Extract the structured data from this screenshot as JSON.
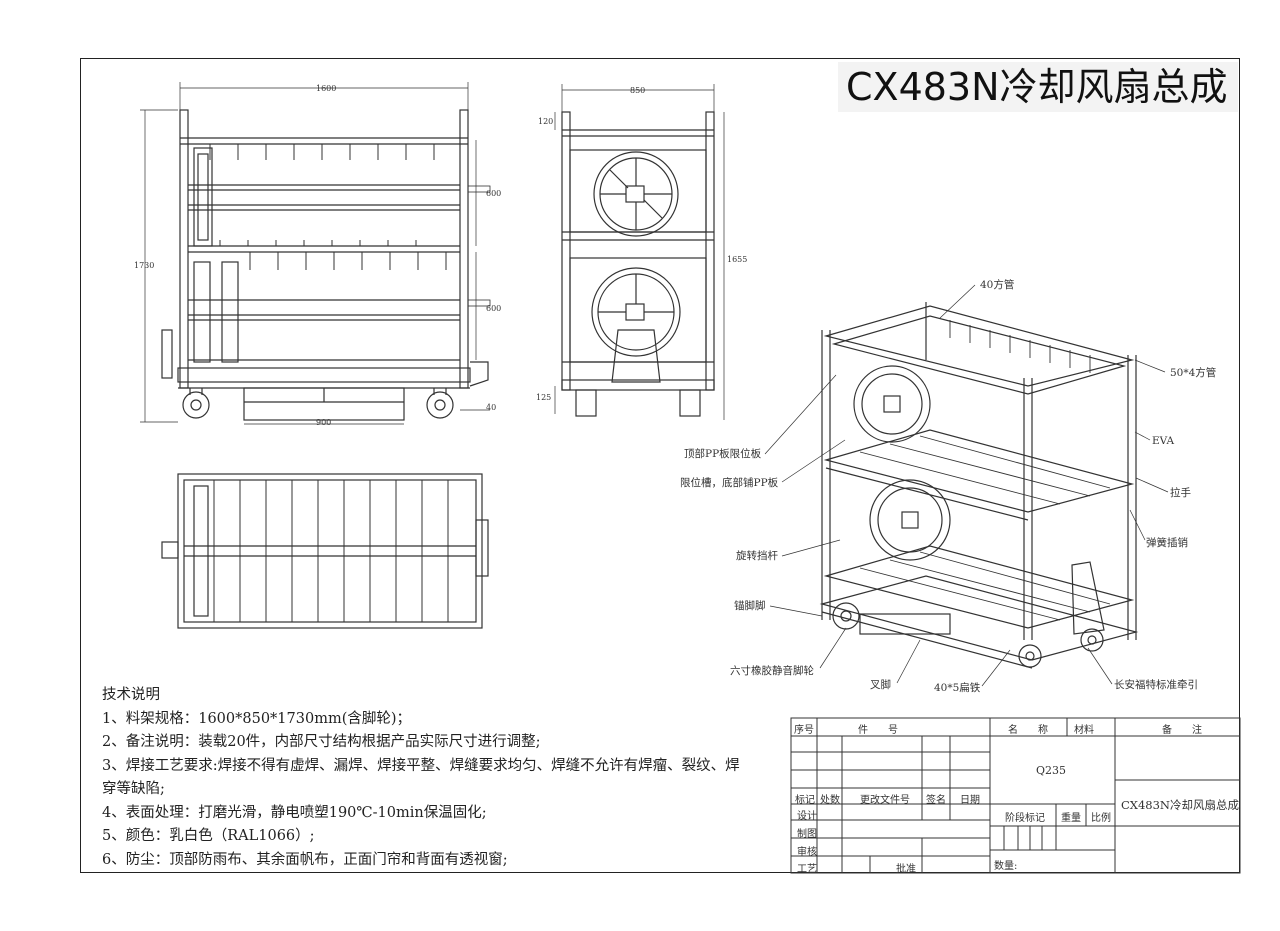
{
  "title": "CX483N冷却风扇总成",
  "dimensions": {
    "front_width": "1600",
    "front_height": "1730",
    "front_shelf_upper": "600",
    "front_shelf_lower": "600",
    "front_base": "900",
    "front_caster_offset": "40",
    "side_width": "850",
    "side_top": "120",
    "side_height": "1655",
    "side_bottom": "125"
  },
  "callouts": {
    "square_tube_40": "40方管",
    "square_tube_50": "50*4方管",
    "eva": "EVA",
    "top_pp_board": "顶部PP板限位板",
    "slot_pp": "限位槽，底部铺PP板",
    "handle": "拉手",
    "spring_pin": "弹簧插销",
    "rotating_lever": "旋转挡杆",
    "anchor_foot": "锚脚脚",
    "caster": "六寸橡胶静音脚轮",
    "fork_foot": "叉脚",
    "flat_iron": "40*5扁铁",
    "tow": "长安福特标准牵引"
  },
  "notes": {
    "heading": "技术说明",
    "items": [
      "1、料架规格：1600*850*1730mm(含脚轮)；",
      "2、备注说明：装载20件，内部尺寸结构根据产品实际尺寸进行调整;",
      "3、焊接工艺要求:焊接不得有虚焊、漏焊、焊接平整、焊缝要求均匀、焊缝不允许有焊瘤、裂纹、焊穿等缺陷;",
      "4、表面处理：打磨光滑，静电喷塑190℃-10min保温固化;",
      "5、颜色：乳白色（RAL1066）;",
      "6、防尘：顶部防雨布、其余面帆布，正面门帘和背面有透视窗;"
    ]
  },
  "title_block": {
    "headers": {
      "seq": "序号",
      "part": "件　　号",
      "name": "名　　称",
      "material": "材料",
      "remark": "备　　注"
    },
    "material_value": "Q235",
    "drawing_name": "CX483N冷却风扇总成",
    "rev_row": {
      "mark": "标记",
      "count": "处数",
      "doc": "更改文件号",
      "sign": "签名",
      "date": "日期"
    },
    "stage_mark": "阶段标记",
    "weight": "重量",
    "scale": "比例",
    "design": "设计",
    "draw": "制图",
    "review": "审核",
    "process": "工艺",
    "approve": "批准",
    "quantity": "数量:"
  }
}
